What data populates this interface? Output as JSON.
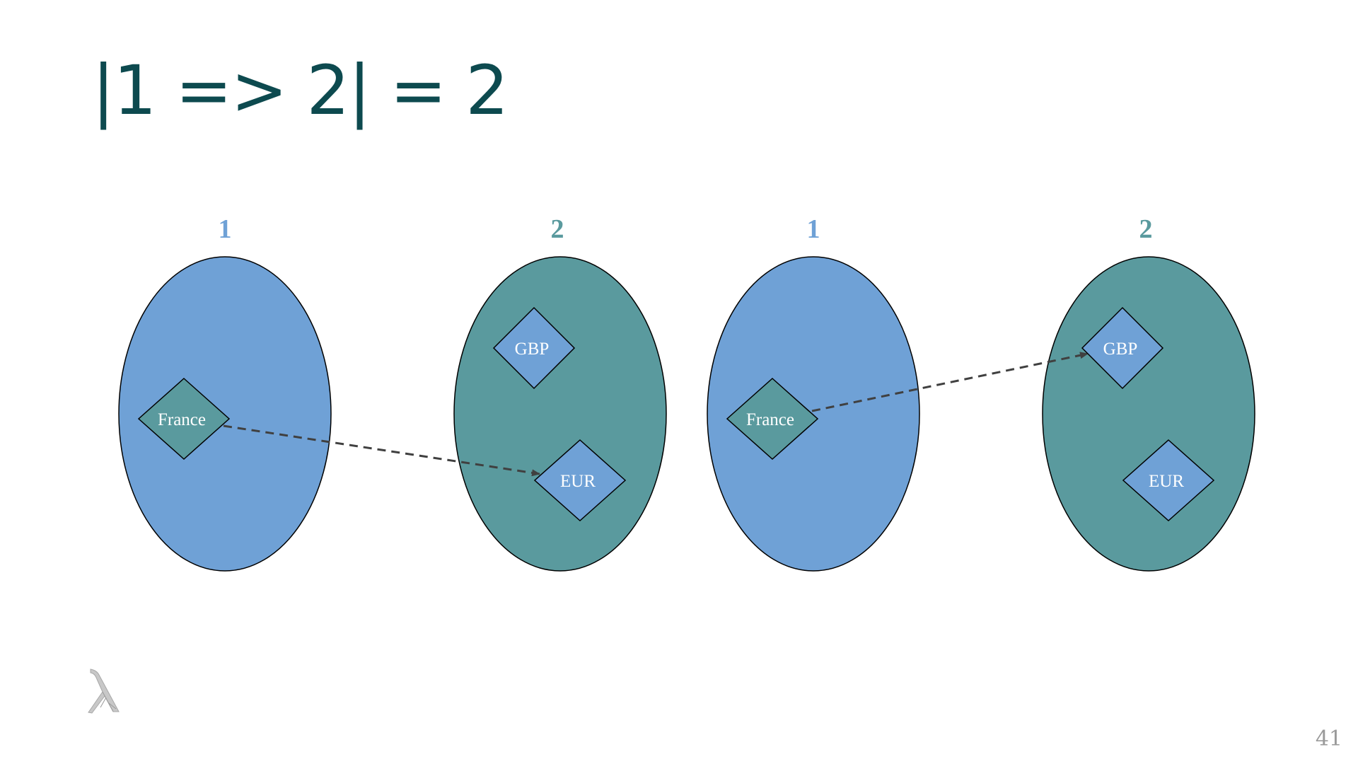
{
  "slide": {
    "title": "|1 => 2| = 2",
    "page_number": "41"
  },
  "colors": {
    "title": "#0d4a4f",
    "set_1_fill": "#6fa1d6",
    "set_2_fill": "#5a9a9e",
    "set_1_label": "#6fa1d6",
    "set_2_label": "#5a9a9e",
    "arrow": "#404040",
    "outline": "#000000"
  },
  "diagram": {
    "sets": [
      {
        "label": "1",
        "kind": "1"
      },
      {
        "label": "2",
        "kind": "2"
      },
      {
        "label": "1",
        "kind": "1"
      },
      {
        "label": "2",
        "kind": "2"
      }
    ],
    "nodes": [
      {
        "id": "france_a",
        "label": "France",
        "kind": "2"
      },
      {
        "id": "gbp_a",
        "label": "GBP",
        "kind": "1"
      },
      {
        "id": "eur_a",
        "label": "EUR",
        "kind": "1"
      },
      {
        "id": "france_b",
        "label": "France",
        "kind": "2"
      },
      {
        "id": "gbp_b",
        "label": "GBP",
        "kind": "1"
      },
      {
        "id": "eur_b",
        "label": "EUR",
        "kind": "1"
      }
    ],
    "mappings": [
      {
        "from": "france_a",
        "to": "eur_a"
      },
      {
        "from": "france_b",
        "to": "gbp_b"
      }
    ]
  }
}
